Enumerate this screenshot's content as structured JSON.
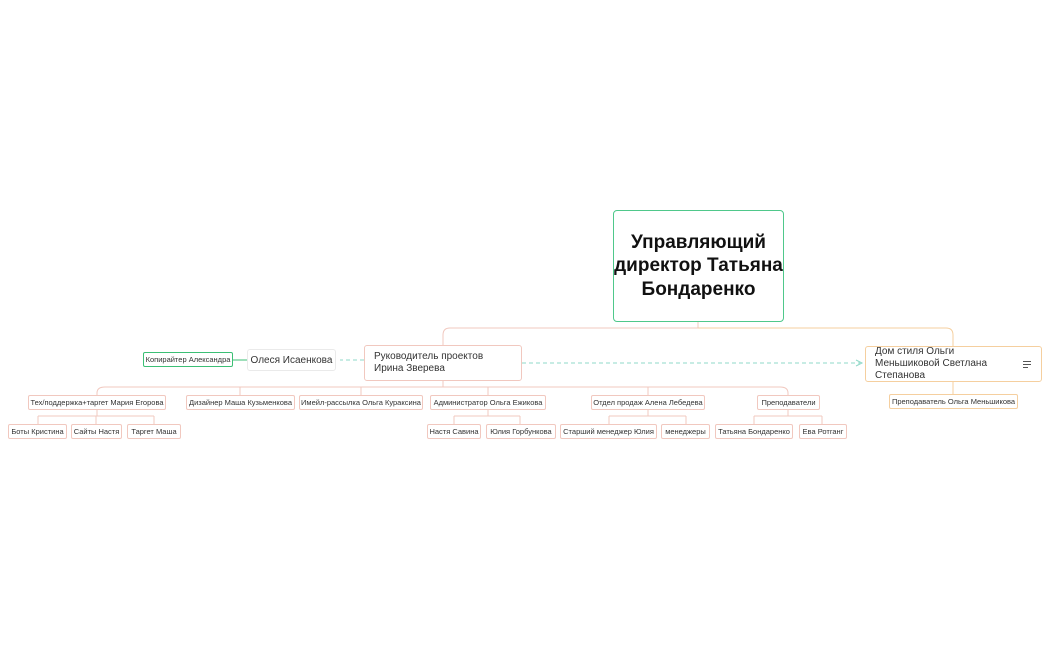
{
  "diagram": {
    "root": "Управляющий директор Татьяна Бондаренко",
    "project_manager": "Руководитель проектов Ирина Зверева",
    "olesya": "Олеся Исаенкова",
    "copywriter": "Копирайтер Александра",
    "style_house": {
      "label": "Дом стиля Ольги Меньшиковой Светлана Степанова",
      "icon": "notes-icon",
      "child": "Преподаватель Ольга Меньшикова"
    },
    "departments": [
      {
        "label": "Тех/поддержка+таргет Мария Егорова",
        "children": [
          "Боты Кристина",
          "Сайты Настя",
          "Таргет Маша"
        ]
      },
      {
        "label": "Дизайнер Маша Кузьменкова",
        "children": []
      },
      {
        "label": "Имейл-рассылка Ольга Кураксина",
        "children": []
      },
      {
        "label": "Администратор Ольга Ежикова",
        "children": [
          "Настя Савина",
          "Юлия Горбункова"
        ]
      },
      {
        "label": "Отдел продаж Алена Лебедева",
        "children": [
          "Старший менеджер Юлия",
          "менеджеры"
        ]
      },
      {
        "label": "Преподаватели",
        "children": [
          "Татьяна Бондаренко",
          "Ева Ротганг"
        ]
      }
    ],
    "colors": {
      "root_border": "#4fc88b",
      "branch_left": "#f1c8bf",
      "branch_right": "#f5cf9f",
      "dashed_link": "#8fd9c8",
      "copywriter_border": "#3cbf75"
    }
  }
}
